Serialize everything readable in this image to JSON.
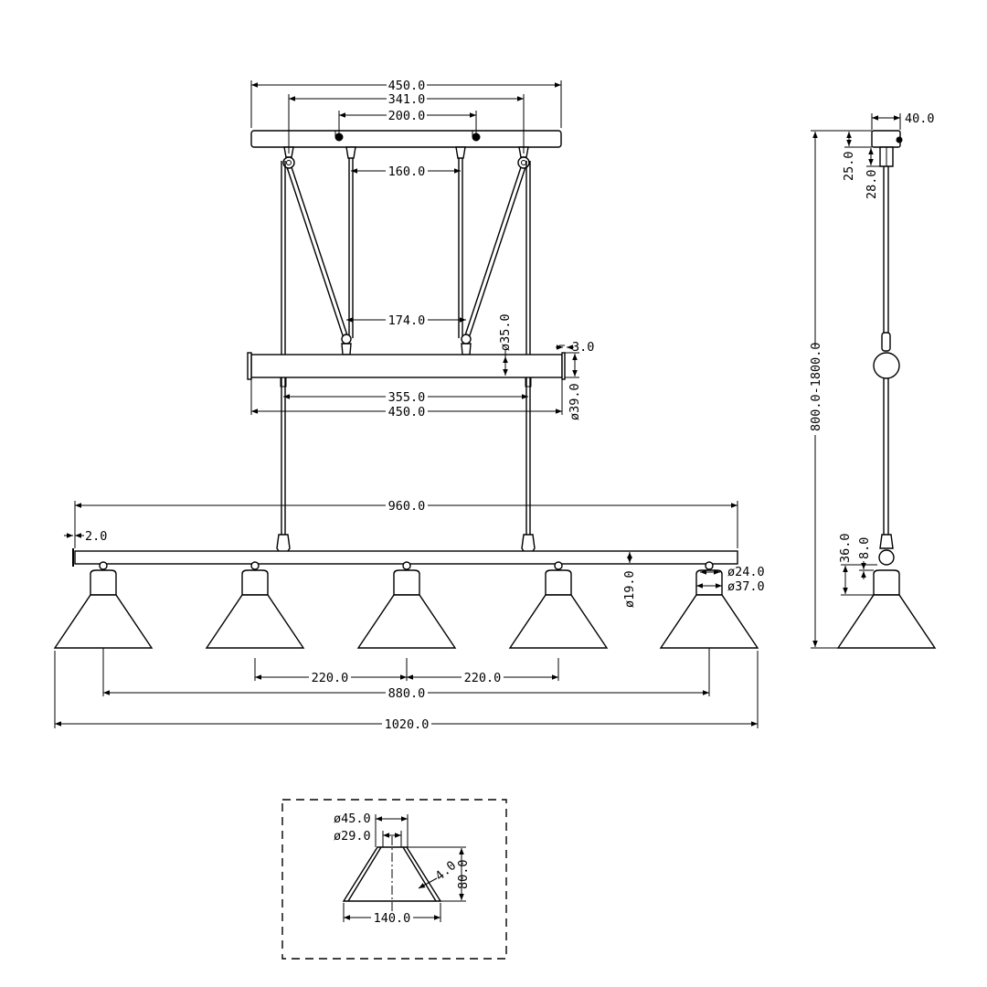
{
  "dimensions": {
    "top_canopy_width": "450.0",
    "top_hook_spacing": "341.0",
    "top_screw_spacing": "200.0",
    "top_rod_spacing": "160.0",
    "middle_hook_spacing": "174.0",
    "middle_tube_diameter_small": "ø35.0",
    "middle_tube_wall": "3.0",
    "middle_tube_diameter_large": "ø39.0",
    "middle_rod_spacing": "355.0",
    "middle_tube_width": "450.0",
    "lower_bar_width": "960.0",
    "lower_bar_endcap": "2.0",
    "lower_bar_diameter": "ø19.0",
    "socket_diameter_small": "ø24.0",
    "socket_diameter_large": "ø37.0",
    "shade_spacing_left": "220.0",
    "shade_spacing_right": "220.0",
    "outer_shade_spacing": "880.0",
    "overall_width": "1020.0",
    "side_depth": "40.0",
    "side_canopy_height": "25.0",
    "side_hook_height": "28.0",
    "side_total_height": "800.0-1800.0",
    "side_socket_height": "36.0",
    "side_socket_offset": "8.0",
    "detail_top_outer_diameter": "ø45.0",
    "detail_top_inner_diameter": "ø29.0",
    "detail_wall": "4.0",
    "detail_height": "80.0",
    "detail_bottom_diameter": "140.0"
  }
}
